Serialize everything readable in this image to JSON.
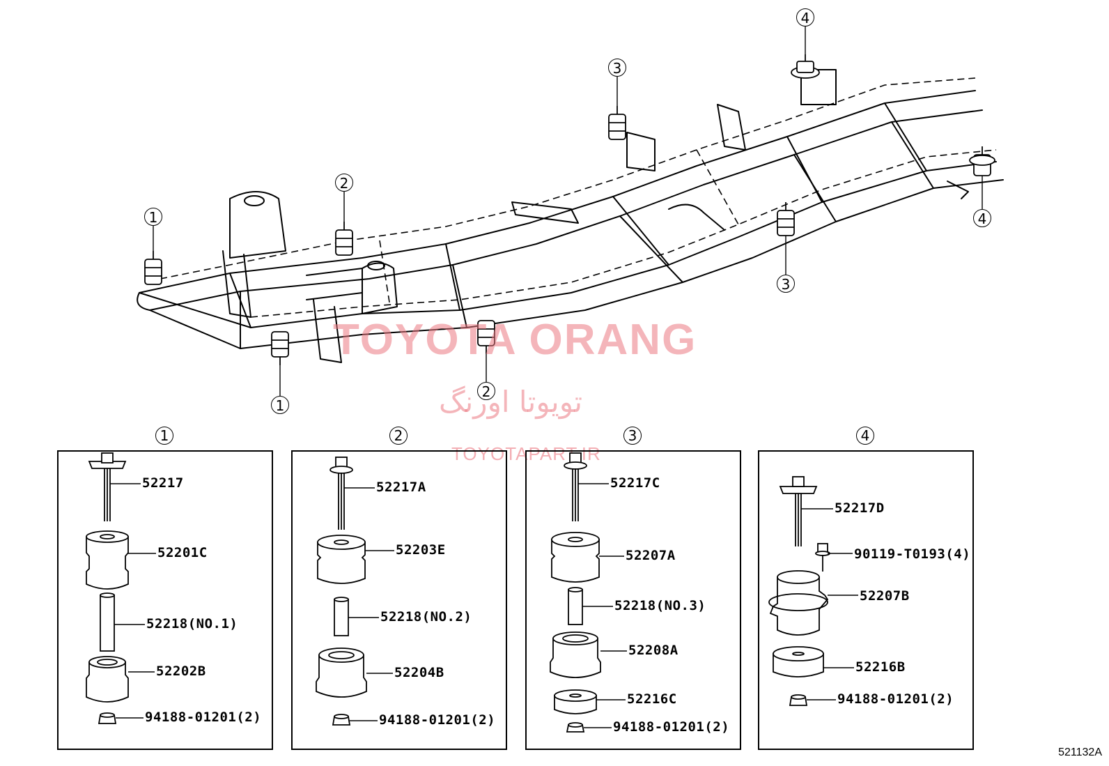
{
  "callouts": {
    "frame": [
      "1",
      "1",
      "2",
      "2",
      "3",
      "3",
      "4",
      "4"
    ],
    "panels": [
      "1",
      "2",
      "3",
      "4"
    ]
  },
  "panels": [
    {
      "id": "1",
      "parts": [
        {
          "number": "52217"
        },
        {
          "number": "52201C"
        },
        {
          "number": "52218(NO.1)"
        },
        {
          "number": "52202B"
        },
        {
          "number": "94188-01201(2)"
        }
      ]
    },
    {
      "id": "2",
      "parts": [
        {
          "number": "52217A"
        },
        {
          "number": "52203E"
        },
        {
          "number": "52218(NO.2)"
        },
        {
          "number": "52204B"
        },
        {
          "number": "94188-01201(2)"
        }
      ]
    },
    {
      "id": "3",
      "parts": [
        {
          "number": "52217C"
        },
        {
          "number": "52207A"
        },
        {
          "number": "52218(NO.3)"
        },
        {
          "number": "52208A"
        },
        {
          "number": "52216C"
        },
        {
          "number": "94188-01201(2)"
        }
      ]
    },
    {
      "id": "4",
      "parts": [
        {
          "number": "52217D"
        },
        {
          "number": "90119-T0193(4)"
        },
        {
          "number": "52207B"
        },
        {
          "number": "52216B"
        },
        {
          "number": "94188-01201(2)"
        }
      ]
    }
  ],
  "watermark": {
    "english": "TOYOTA ORANG",
    "persian": "تویوتا اورنگ",
    "url": "TOYOTAPART.IR"
  },
  "figure_ref": "521132A"
}
